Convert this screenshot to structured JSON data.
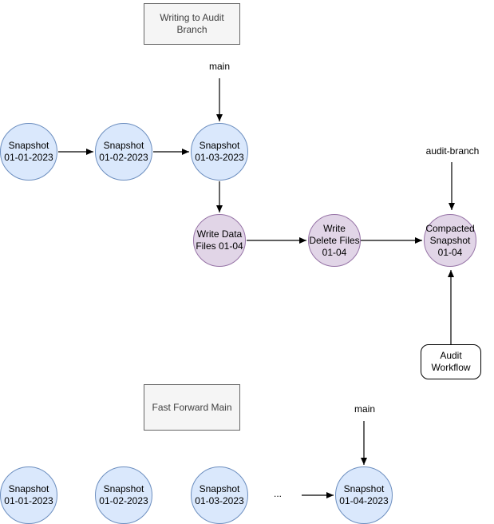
{
  "colors": {
    "blue_fill": "#dae8fc",
    "blue_stroke": "#6c8ebf",
    "purple_fill": "#e1d5e7",
    "purple_stroke": "#9673a6",
    "gray_fill": "#f5f5f5",
    "gray_stroke": "#666666",
    "white_fill": "#ffffff",
    "black_stroke": "#000000",
    "arrow": "#000000"
  },
  "section_writing": {
    "title": "Writing to Audit\nBranch",
    "branch_label_main": "main",
    "branch_label_audit": "audit-branch",
    "snapshots": [
      {
        "label": "Snapshot\n01-01-2023"
      },
      {
        "label": "Snapshot\n01-02-2023"
      },
      {
        "label": "Snapshot\n01-03-2023"
      }
    ],
    "audit_nodes": [
      {
        "label": "Write Data\nFiles 01-04"
      },
      {
        "label": "Write\nDelete Files\n01-04"
      },
      {
        "label": "Compacted\nSnapshot\n01-04"
      }
    ],
    "workflow_box": "Audit\nWorkflow"
  },
  "section_fast_forward": {
    "title": "Fast Forward Main",
    "branch_label_main": "main",
    "ellipsis": "...",
    "snapshots": [
      {
        "label": "Snapshot\n01-01-2023"
      },
      {
        "label": "Snapshot\n01-02-2023"
      },
      {
        "label": "Snapshot\n01-03-2023"
      },
      {
        "label": "Snapshot\n01-04-2023"
      }
    ]
  }
}
